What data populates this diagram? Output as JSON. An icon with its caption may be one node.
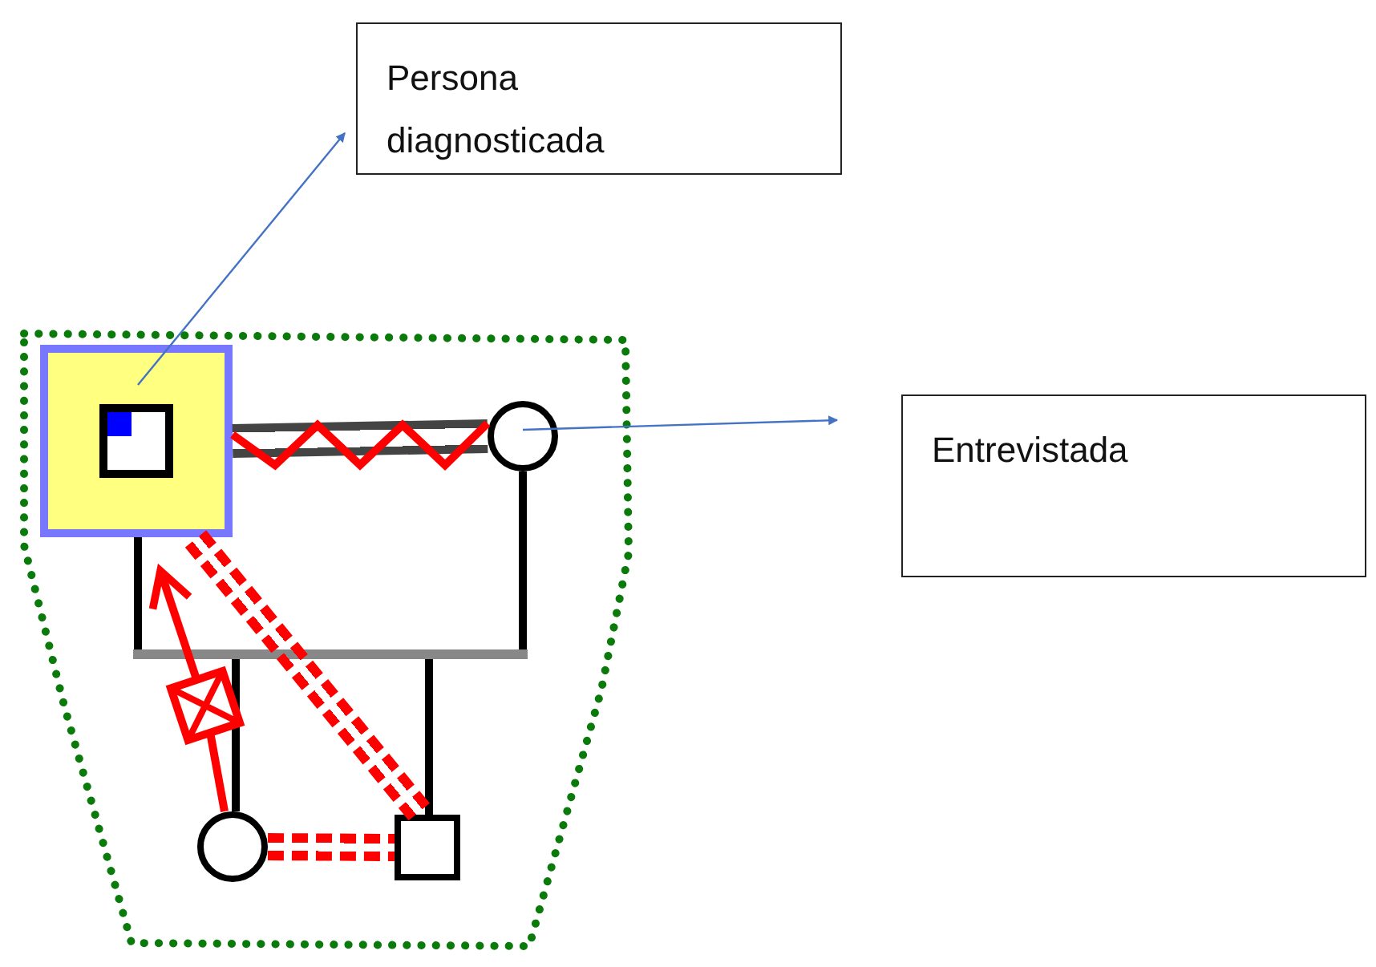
{
  "diagram": {
    "nodes": [
      {
        "text": [
          "Persona diagnosticada"
        ]
      },
      {
        "text": [
          "Entrevistada"
        ]
      },
      {
        "text": [],
        "shape": "box"
      },
      {
        "text": [],
        "shape": "circle"
      },
      {
        "text": [],
        "shape": "circle"
      },
      {
        "text": [],
        "shape": "box"
      }
    ],
    "edges": [
      {
        "from": 2,
        "to": 0,
        "arrow": "to",
        "color": "#4472c4"
      },
      {
        "from": 3,
        "to": 1,
        "arrow": "to",
        "color": "#4472c4"
      },
      {
        "from": 2,
        "to": 3,
        "arrow": "none",
        "color": "#ff0000"
      },
      {
        "from": 2,
        "to": 4,
        "arrow": "none"
      },
      {
        "from": 3,
        "to": 4,
        "arrow": "none"
      },
      {
        "from": 2,
        "to": 5,
        "arrow": "none"
      },
      {
        "from": 3,
        "to": 5,
        "arrow": "none"
      },
      {
        "from": 2,
        "to": 5,
        "arrow": "none",
        "style": "dashed",
        "color": "#ff0000"
      },
      {
        "from": 4,
        "to": 5,
        "arrow": "none",
        "style": "dashed",
        "color": "#ff0000"
      },
      {
        "from": 4,
        "to": 2,
        "arrow": "to",
        "color": "#ff0000"
      }
    ]
  }
}
